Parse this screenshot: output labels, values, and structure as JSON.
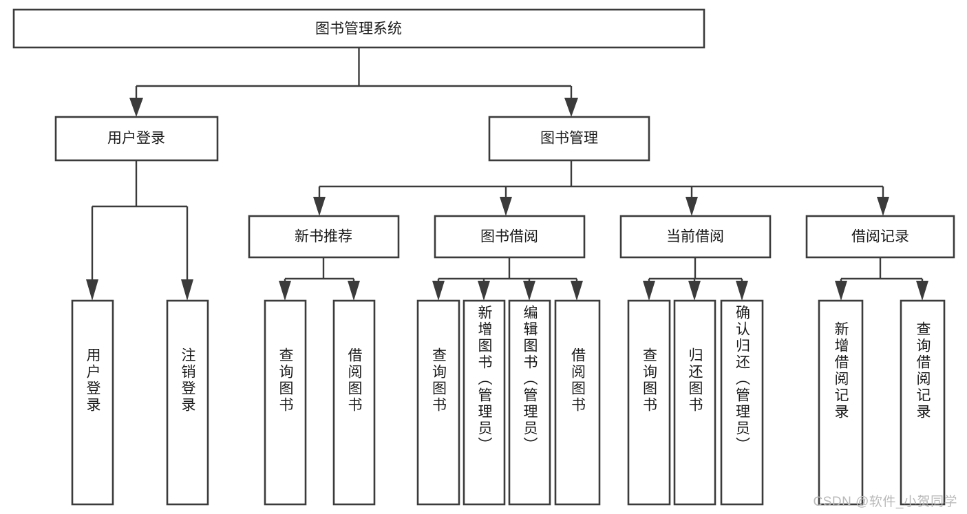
{
  "title": "图书管理系统",
  "watermark": "CSDN @软件_小贺同学",
  "diagram": {
    "type": "tree-hierarchy",
    "orientation": "top-down",
    "root": {
      "id": "root",
      "label": "图书管理系统"
    },
    "level1": [
      {
        "id": "user-login",
        "label": "用户登录"
      },
      {
        "id": "book-manage",
        "label": "图书管理"
      }
    ],
    "level2": [
      {
        "id": "new-book-rec",
        "label": "新书推荐",
        "parent": "book-manage"
      },
      {
        "id": "book-borrow",
        "label": "图书借阅",
        "parent": "book-manage"
      },
      {
        "id": "current-borrow",
        "label": "当前借阅",
        "parent": "book-manage"
      },
      {
        "id": "borrow-record",
        "label": "借阅记录",
        "parent": "book-manage"
      }
    ],
    "leaves": {
      "user-login": [
        {
          "id": "leaf-user-login",
          "label": "用户登录"
        },
        {
          "id": "leaf-logout-login",
          "label": "注销登录"
        }
      ],
      "new-book-rec": [
        {
          "id": "leaf-query-book-1",
          "label": "查询图书"
        },
        {
          "id": "leaf-borrow-book-1",
          "label": "借阅图书"
        }
      ],
      "book-borrow": [
        {
          "id": "leaf-query-book-2",
          "label": "查询图书"
        },
        {
          "id": "leaf-add-book",
          "label": "新增图书（管理员）"
        },
        {
          "id": "leaf-edit-book",
          "label": "编辑图书（管理员）"
        },
        {
          "id": "leaf-borrow-book-2",
          "label": "借阅图书"
        }
      ],
      "current-borrow": [
        {
          "id": "leaf-query-book-3",
          "label": "查询图书"
        },
        {
          "id": "leaf-return-book",
          "label": "归还图书"
        },
        {
          "id": "leaf-confirm-return",
          "label": "确认归还（管理员）"
        }
      ],
      "borrow-record": [
        {
          "id": "leaf-add-record",
          "label": "新增借阅记录"
        },
        {
          "id": "leaf-query-record",
          "label": "查询借阅记录"
        }
      ]
    },
    "colors": {
      "box_fill": "#ffffff",
      "box_stroke": "#3b3b3b",
      "text": "#1a1a1a",
      "watermark": "#b9b9b9",
      "background": "#ffffff"
    }
  }
}
